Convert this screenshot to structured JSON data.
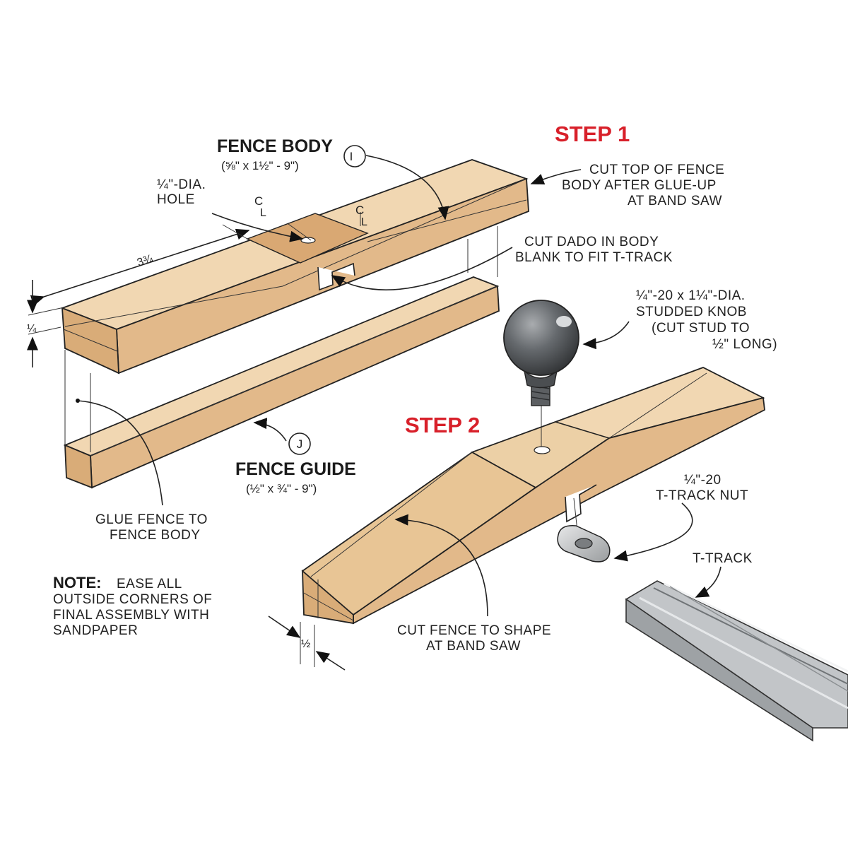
{
  "steps": {
    "step1": "STEP 1",
    "step2": "STEP 2"
  },
  "parts": {
    "fence_body": {
      "name": "FENCE BODY",
      "size": "(⅝\" x 1½\" - 9\")",
      "key": "I"
    },
    "fence_guide": {
      "name": "FENCE GUIDE",
      "size": "(½\" x ¾\" - 9\")",
      "key": "J"
    }
  },
  "callouts": {
    "hole": [
      "¼\"-DIA.",
      "HOLE"
    ],
    "cut_top": [
      "CUT TOP OF FENCE",
      "BODY AFTER GLUE-UP",
      "AT BAND SAW"
    ],
    "cut_dado": [
      "CUT DADO IN BODY",
      "BLANK TO FIT T-TRACK"
    ],
    "knob": [
      "¼\"-20 x 1¼\"-DIA.",
      "STUDDED KNOB",
      "(CUT STUD TO",
      "½\" LONG)"
    ],
    "glue": [
      "GLUE FENCE  TO",
      "FENCE BODY"
    ],
    "nut": [
      "¼\"-20",
      "T-TRACK NUT"
    ],
    "t_track": "T-TRACK",
    "cut_fence": [
      "CUT FENCE TO SHAPE",
      "AT BAND SAW"
    ],
    "note_label": "NOTE:",
    "note": [
      "EASE ALL",
      "OUTSIDE CORNERS OF",
      "FINAL ASSEMBLY WITH",
      "SANDPAPER"
    ]
  },
  "dimensions": {
    "length": "3¾",
    "depth": "¼",
    "offset": "½",
    "centerline": "C L"
  },
  "colors": {
    "wood_top": "#f1d7b2",
    "wood_front": "#e2b98a",
    "wood_end": "#d9ac78",
    "step": "#d8202a",
    "metal": "#b9bcbf",
    "knob": "#5d6063"
  }
}
